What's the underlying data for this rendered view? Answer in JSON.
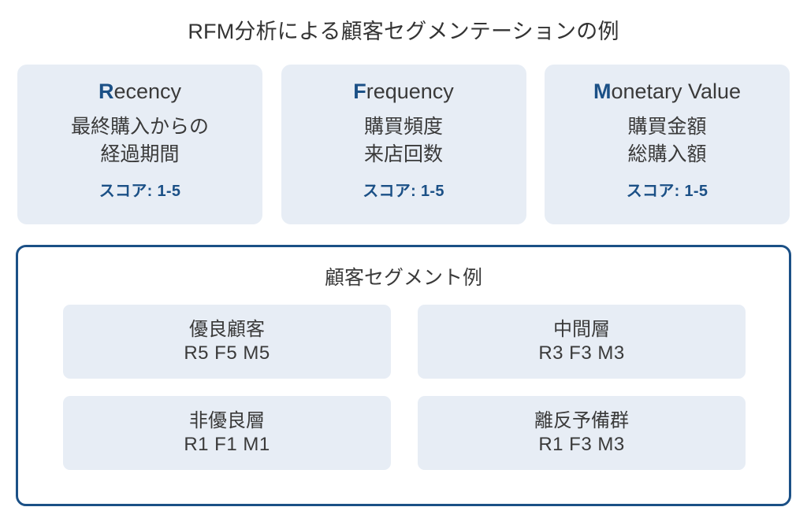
{
  "title": "RFM分析による顧客セグメンテーションの例",
  "colors": {
    "accent_blue": "#1b5086",
    "card_background": "#e7edf5",
    "text_dark": "#3a3a3a",
    "page_background": "#ffffff"
  },
  "rfm_cards": [
    {
      "initial": "R",
      "rest": "ecency",
      "desc_line1": "最終購入からの",
      "desc_line2": "経過期間",
      "score": "スコア: 1-5"
    },
    {
      "initial": "F",
      "rest": "requency",
      "desc_line1": "購買頻度",
      "desc_line2": "来店回数",
      "score": "スコア: 1-5"
    },
    {
      "initial": "M",
      "rest": "onetary Value",
      "desc_line1": "購買金額",
      "desc_line2": "総購入額",
      "score": "スコア: 1-5"
    }
  ],
  "segment_panel": {
    "title": "顧客セグメント例",
    "segments": [
      {
        "name": "優良顧客",
        "code": "R5 F5 M5"
      },
      {
        "name": "中間層",
        "code": "R3 F3 M3"
      },
      {
        "name": "非優良層",
        "code": "R1 F1 M1"
      },
      {
        "name": "離反予備群",
        "code": "R1 F3 M3"
      }
    ]
  }
}
